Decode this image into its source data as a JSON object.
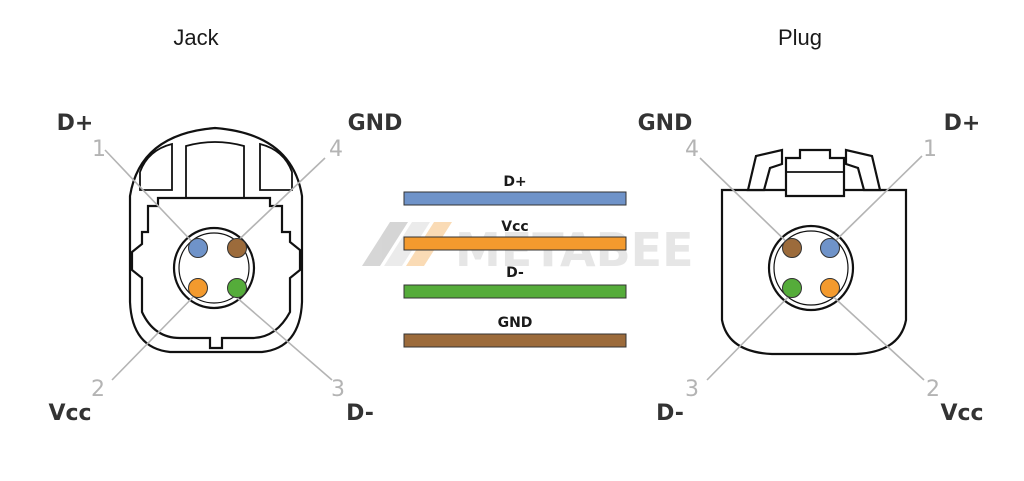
{
  "jack": {
    "title": "Jack",
    "pins": [
      {
        "num": "1",
        "signal": "D+"
      },
      {
        "num": "4",
        "signal": "GND"
      },
      {
        "num": "2",
        "signal": "Vcc"
      },
      {
        "num": "3",
        "signal": "D-"
      }
    ]
  },
  "plug": {
    "title": "Plug",
    "pins": [
      {
        "num": "4",
        "signal": "GND"
      },
      {
        "num": "1",
        "signal": "D+"
      },
      {
        "num": "3",
        "signal": "D-"
      },
      {
        "num": "2",
        "signal": "Vcc"
      }
    ]
  },
  "wires": [
    {
      "label": "D+",
      "color": "#6f93c9"
    },
    {
      "label": "Vcc",
      "color": "#f39a2e"
    },
    {
      "label": "D-",
      "color": "#55ac3a"
    },
    {
      "label": "GND",
      "color": "#9c6b3b"
    }
  ],
  "watermark": {
    "text": "METABEE"
  },
  "colors": {
    "blue": "#6f93c9",
    "orange": "#f39a2e",
    "green": "#55ac3a",
    "brown": "#9c6b3b",
    "leader": "#b4b4b4",
    "outline": "#111111"
  }
}
